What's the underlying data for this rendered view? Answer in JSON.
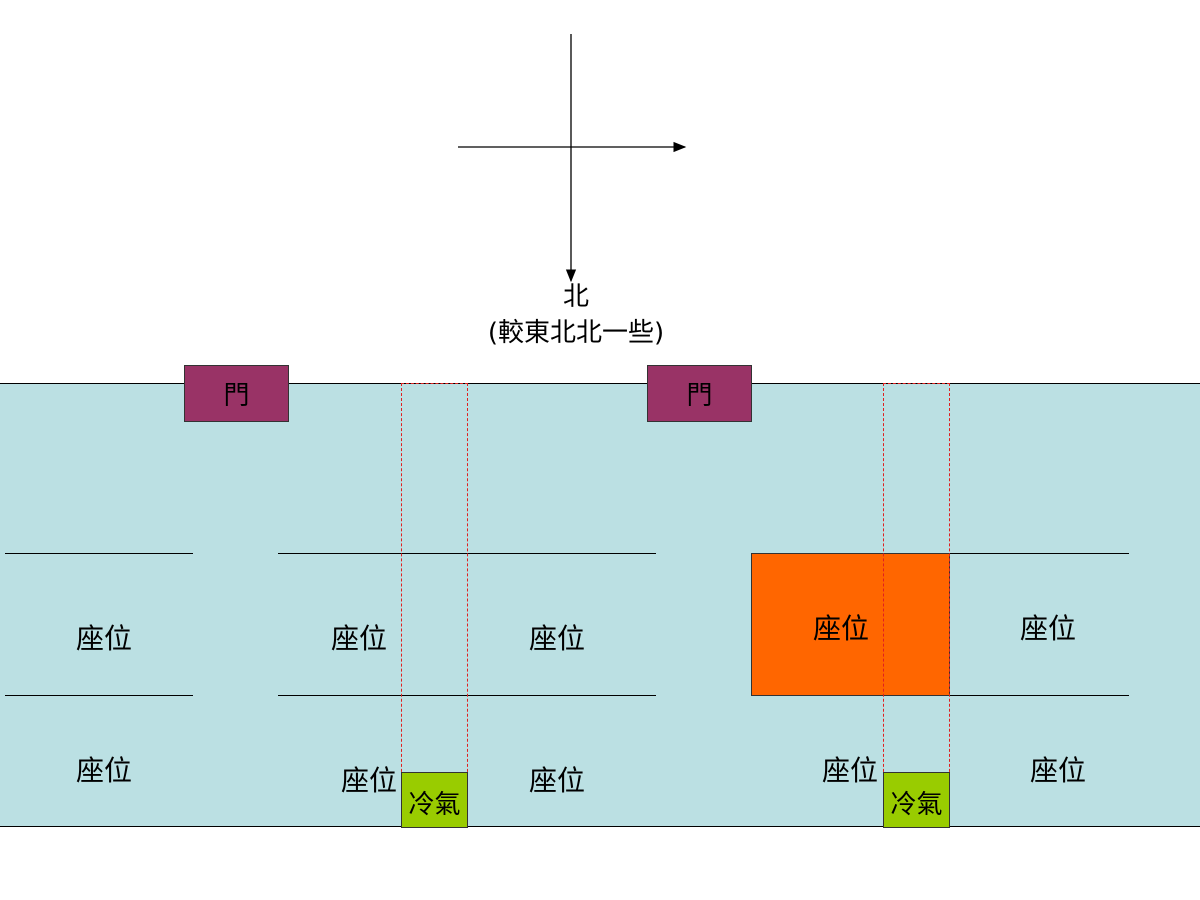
{
  "compass": {
    "north_label": "北",
    "note": "(較東北北一些)"
  },
  "doors": [
    {
      "label": "門"
    },
    {
      "label": "門"
    }
  ],
  "air_conditioners": [
    {
      "label": "冷氣"
    },
    {
      "label": "冷氣"
    }
  ],
  "seats": [
    {
      "label": "座位"
    },
    {
      "label": "座位"
    },
    {
      "label": "座位"
    },
    {
      "label": "座位"
    },
    {
      "label": "座位"
    },
    {
      "label": "座位"
    },
    {
      "label": "座位"
    },
    {
      "label": "座位"
    },
    {
      "label": "座位"
    },
    {
      "label": "座位"
    }
  ],
  "colors": {
    "room": "#BBE0E3",
    "door": "#993366",
    "ac": "#99CC00",
    "highlight_seat": "#FF6600",
    "ac_zone": "#e02020"
  }
}
